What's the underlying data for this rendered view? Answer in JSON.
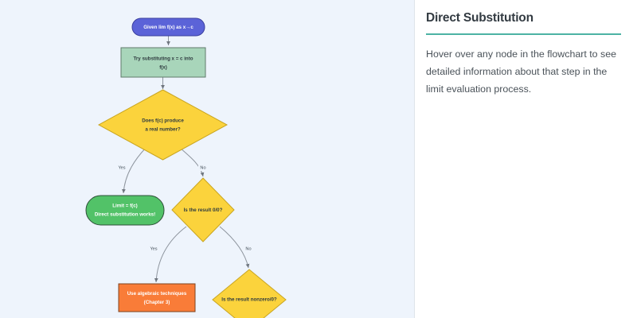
{
  "panel": {
    "background_color": "#eef4fc",
    "divider_color": "#dfe4ea"
  },
  "info": {
    "title": "Direct Substitution",
    "rule_color": "#4cb3a4",
    "body": "Hover over any node in the flowchart to see detailed information about that step in the limit evaluation process."
  },
  "flowchart": {
    "nodes": [
      {
        "id": "start",
        "shape": "pill",
        "label": "Given lim f(x) as x→c",
        "lines": [
          "Given lim f(x) as x→c"
        ],
        "fill": "#5b63d8",
        "stroke": "#3a3f9e",
        "text_color": "#ffffff"
      },
      {
        "id": "substitute",
        "shape": "rect",
        "label": "Try substituting x = c into f(x)",
        "lines": [
          "Try substituting x = c into",
          "f(x)"
        ],
        "fill": "#a8d5ba",
        "stroke": "#5f7a6a",
        "text_color": "#2f3b3f"
      },
      {
        "id": "real-number-decision",
        "shape": "diamond",
        "label": "Does f(c) produce a real number?",
        "lines": [
          "Does f(c) produce",
          "a real number?"
        ],
        "fill": "#fbd33c",
        "stroke": "#c9a520",
        "text_color": "#2f3b3f"
      },
      {
        "id": "limit-result",
        "shape": "pill",
        "label": "Limit = f(c) Direct substitution works!",
        "lines": [
          "Limit = f(c)",
          "Direct substitution works!"
        ],
        "fill": "#52c268",
        "stroke": "#2f4f39",
        "text_color": "#ffffff"
      },
      {
        "id": "zero-over-zero-decision",
        "shape": "diamond",
        "label": "Is the result 0/0?",
        "lines": [
          "Is the result 0/0?"
        ],
        "fill": "#fbd33c",
        "stroke": "#c9a520",
        "text_color": "#2f3b3f"
      },
      {
        "id": "algebraic-techniques",
        "shape": "rect",
        "label": "Use algebraic techniques (Chapter 3)",
        "lines": [
          "Use algebraic techniques",
          "(Chapter 3)"
        ],
        "fill": "#f97c38",
        "stroke": "#7d4320",
        "text_color": "#ffffff"
      },
      {
        "id": "nonzero-over-zero-decision",
        "shape": "diamond",
        "label": "Is the result nonzero/0?",
        "lines": [
          "Is the result nonzero/0?"
        ],
        "fill": "#fbd33c",
        "stroke": "#c9a520",
        "text_color": "#2f3b3f"
      }
    ],
    "edges": [
      {
        "id": "start-to-substitute",
        "from": "start",
        "to": "substitute",
        "label": ""
      },
      {
        "id": "substitute-to-real-number",
        "from": "substitute",
        "to": "real-number-decision",
        "label": ""
      },
      {
        "id": "real-number-yes",
        "from": "real-number-decision",
        "to": "limit-result",
        "label": "Yes"
      },
      {
        "id": "real-number-no",
        "from": "real-number-decision",
        "to": "zero-over-zero-decision",
        "label": "No"
      },
      {
        "id": "zero-over-zero-yes",
        "from": "zero-over-zero-decision",
        "to": "algebraic-techniques",
        "label": "Yes"
      },
      {
        "id": "zero-over-zero-no",
        "from": "zero-over-zero-decision",
        "to": "nonzero-over-zero-decision",
        "label": "No"
      }
    ],
    "edge_color": "#8d949d"
  }
}
